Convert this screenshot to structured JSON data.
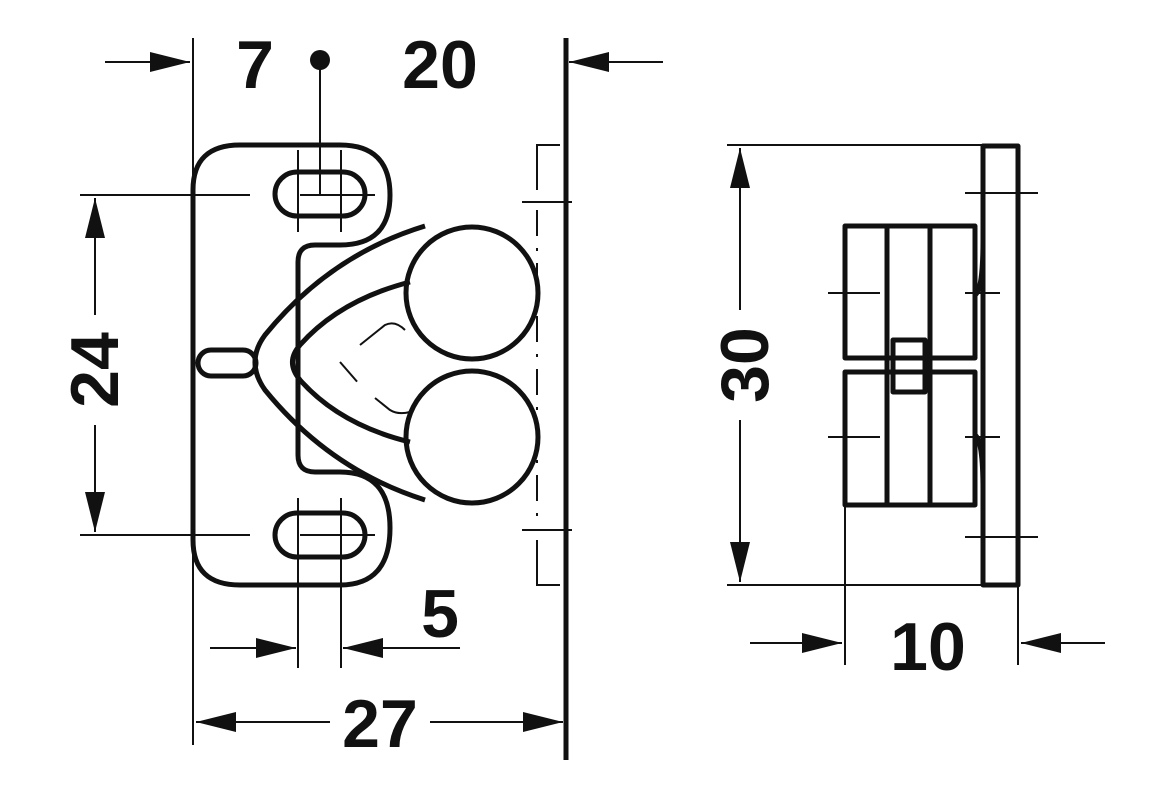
{
  "drawing": {
    "dimensions": {
      "top_left_offset": "7",
      "top_right_offset": "20",
      "hole_spacing": "24",
      "slot_width": "5",
      "overall_width": "27",
      "overall_height": "30",
      "depth": "10"
    },
    "ink_color": "#111111"
  }
}
